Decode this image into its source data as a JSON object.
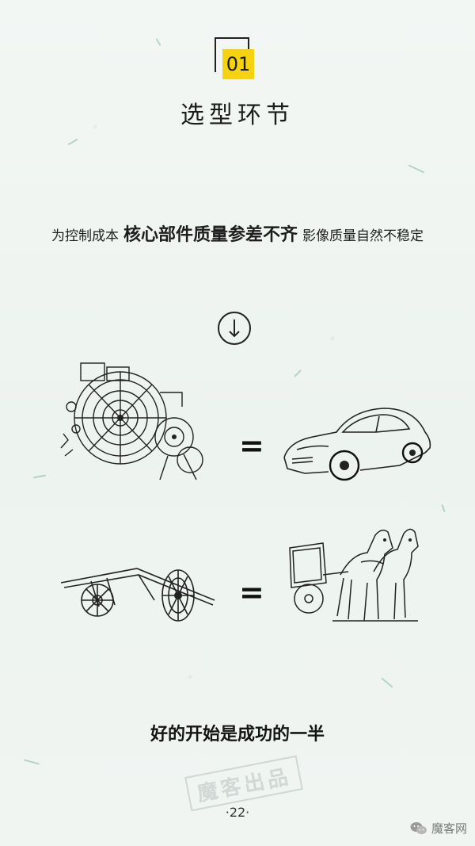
{
  "badge": {
    "number": "01"
  },
  "section": {
    "title": "选型环节"
  },
  "headline": {
    "prefix": "为控制成本",
    "emphasis": "核心部件质量参差不齐",
    "suffix": "影像质量自然不稳定"
  },
  "arrow_icon": "arrow-down-circle-icon",
  "comparisons": [
    {
      "left_icon": "machine-component-sketch",
      "symbol": "=",
      "right_icon": "vintage-car-sketch"
    },
    {
      "left_icon": "cart-axle-sketch",
      "symbol": "=",
      "right_icon": "horse-carriage-sketch"
    }
  ],
  "slogan": "好的开始是成功的一半",
  "stamp_text": "魔客出品",
  "page_number": "·22·",
  "watermark": {
    "label": "魔客网",
    "icon": "wechat-icon"
  },
  "colors": {
    "badge": "#f5d311",
    "paper": "#eef3ef",
    "fleck": "#6fa892"
  }
}
